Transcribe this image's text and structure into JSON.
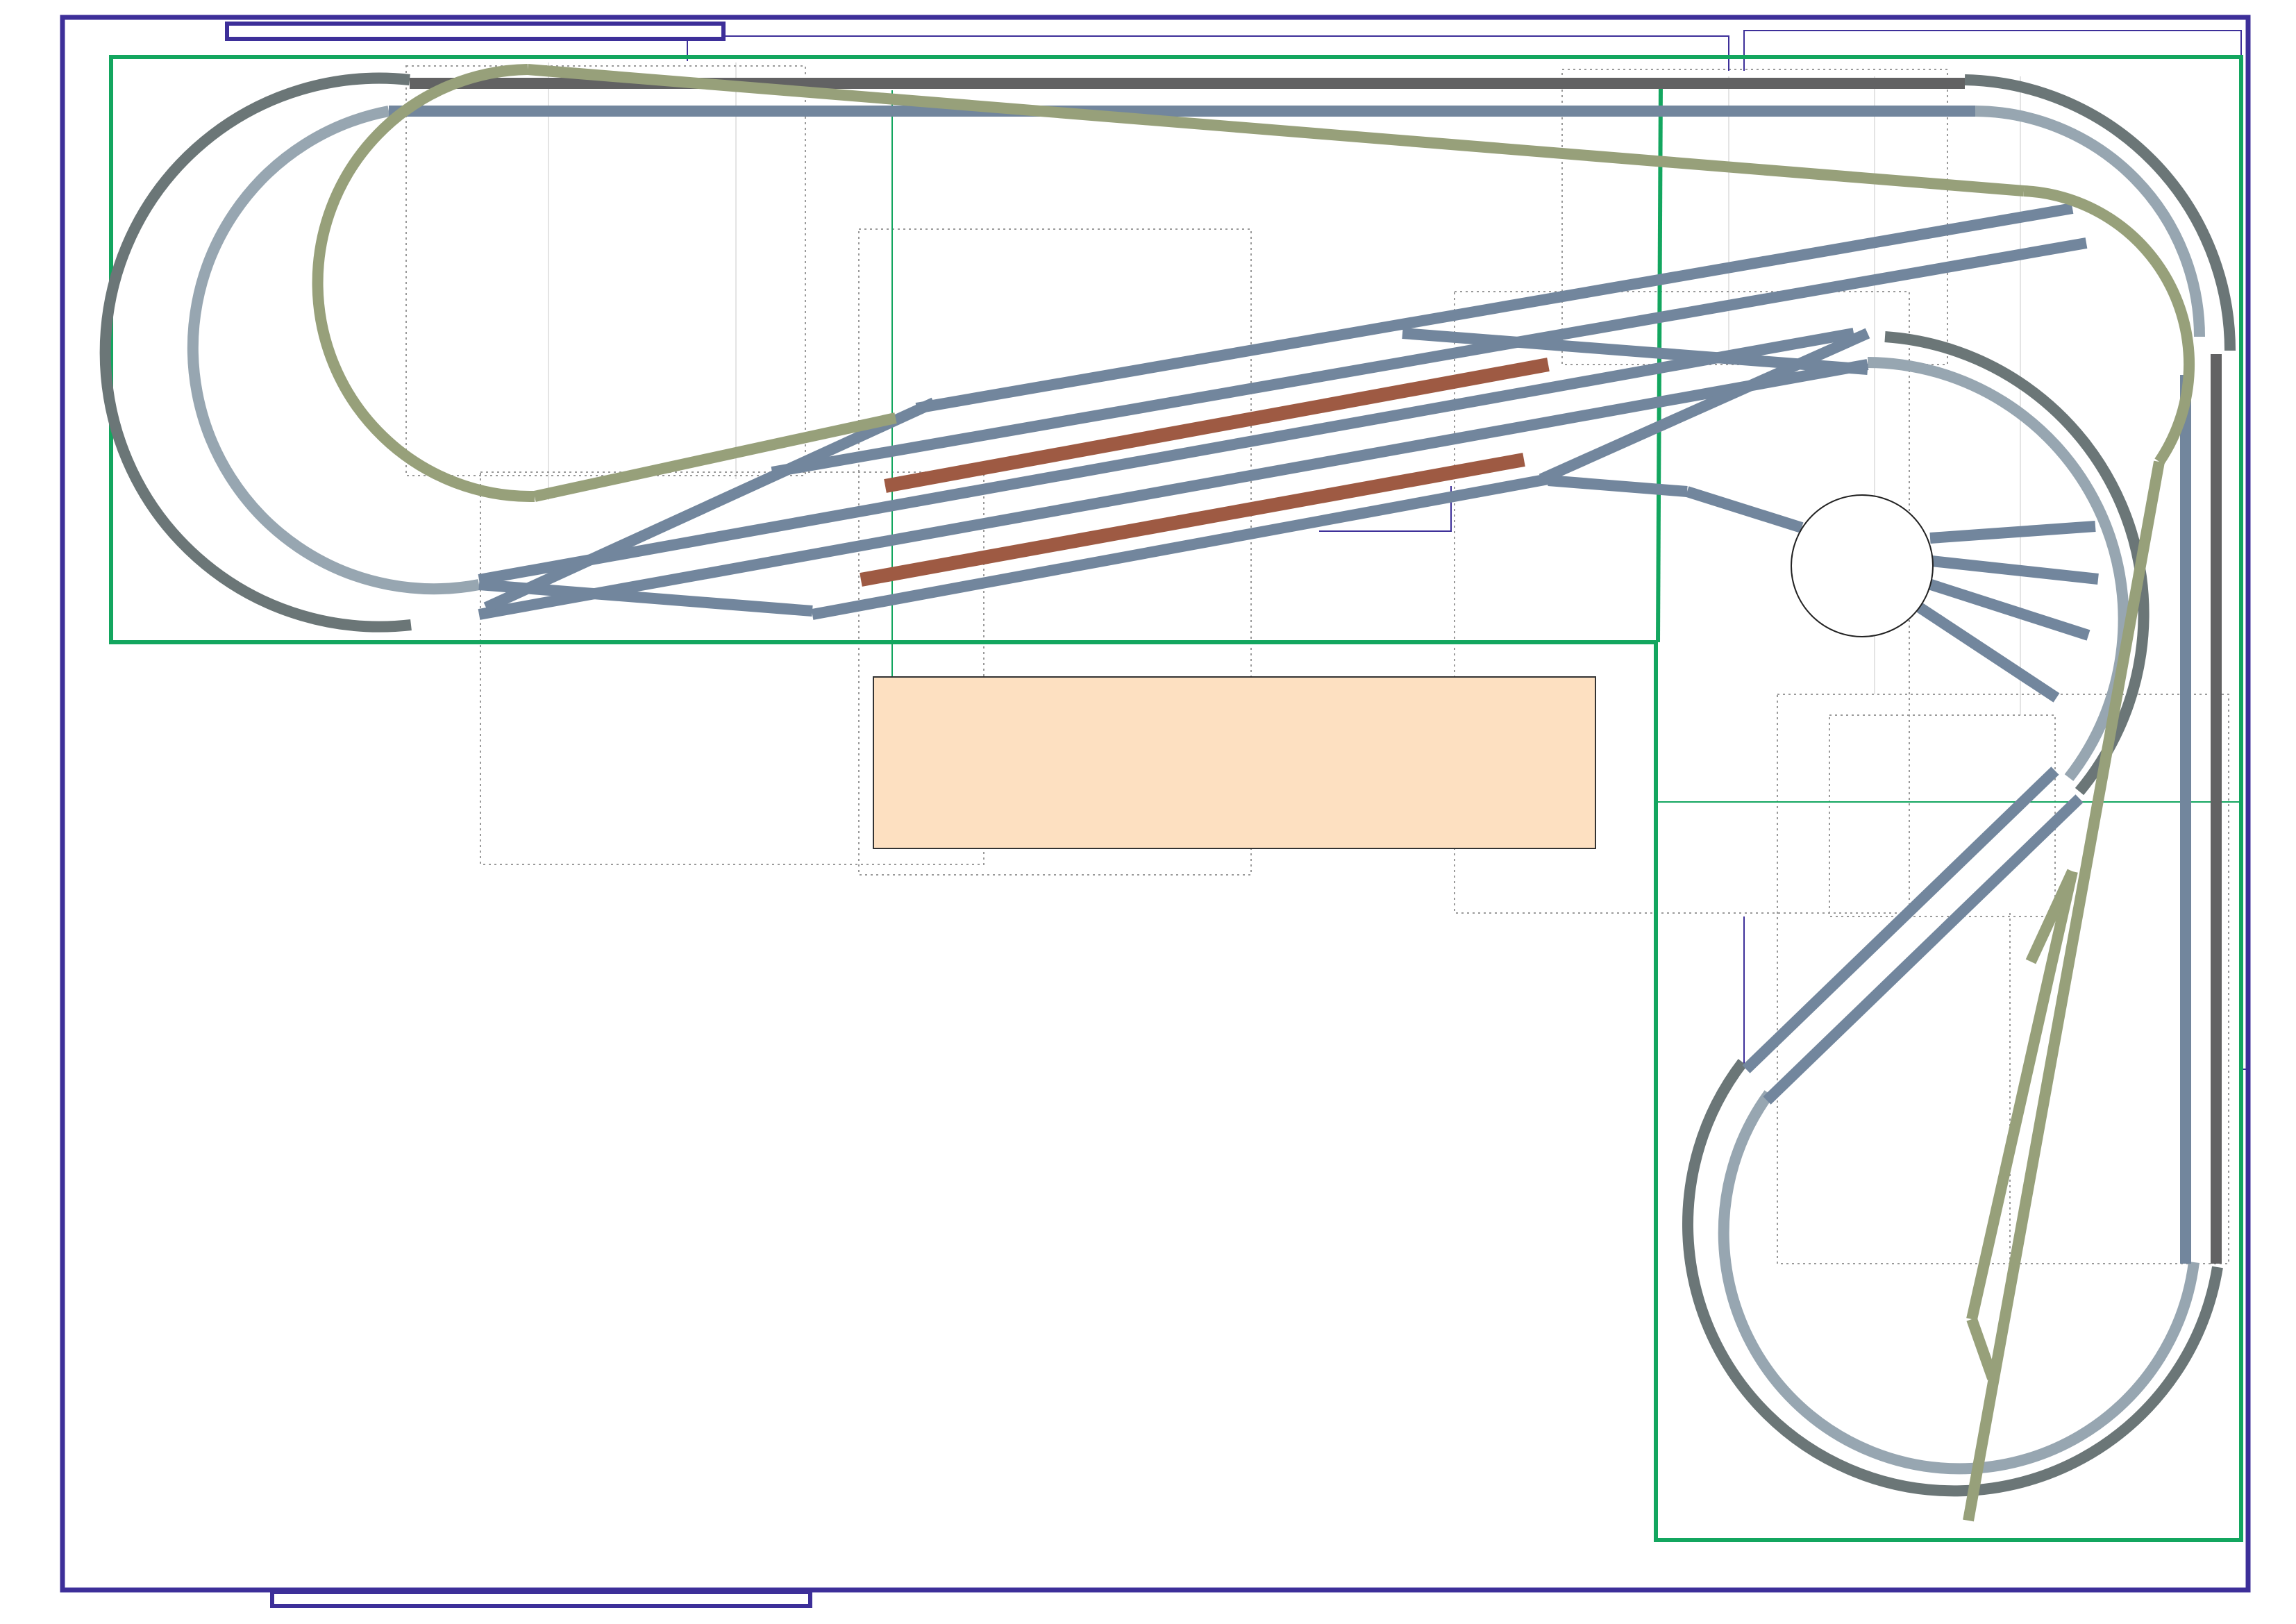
{
  "plan": {
    "type": "model railway track plan",
    "colors": {
      "room_walls": "#3d2f99",
      "benchwork": "#13a65f",
      "outer_loop": "#6b7677",
      "inner_loop": "#97a6b1",
      "main_yard_track": "#72869d",
      "dark_track": "#626263",
      "climbing_track": "#97a07a",
      "industry_spur": "#9e5a43",
      "structure_block": "#fde0c1"
    },
    "elements": [
      "room-outline",
      "top-door",
      "bottom-door",
      "benchwork-left",
      "benchwork-right",
      "dotted-module-outlines",
      "outer-loop-track",
      "inner-loop-track",
      "yard-ladder",
      "industry-spurs",
      "turntable",
      "roundhouse-stalls",
      "climbing-track",
      "structure-block"
    ],
    "text": []
  }
}
